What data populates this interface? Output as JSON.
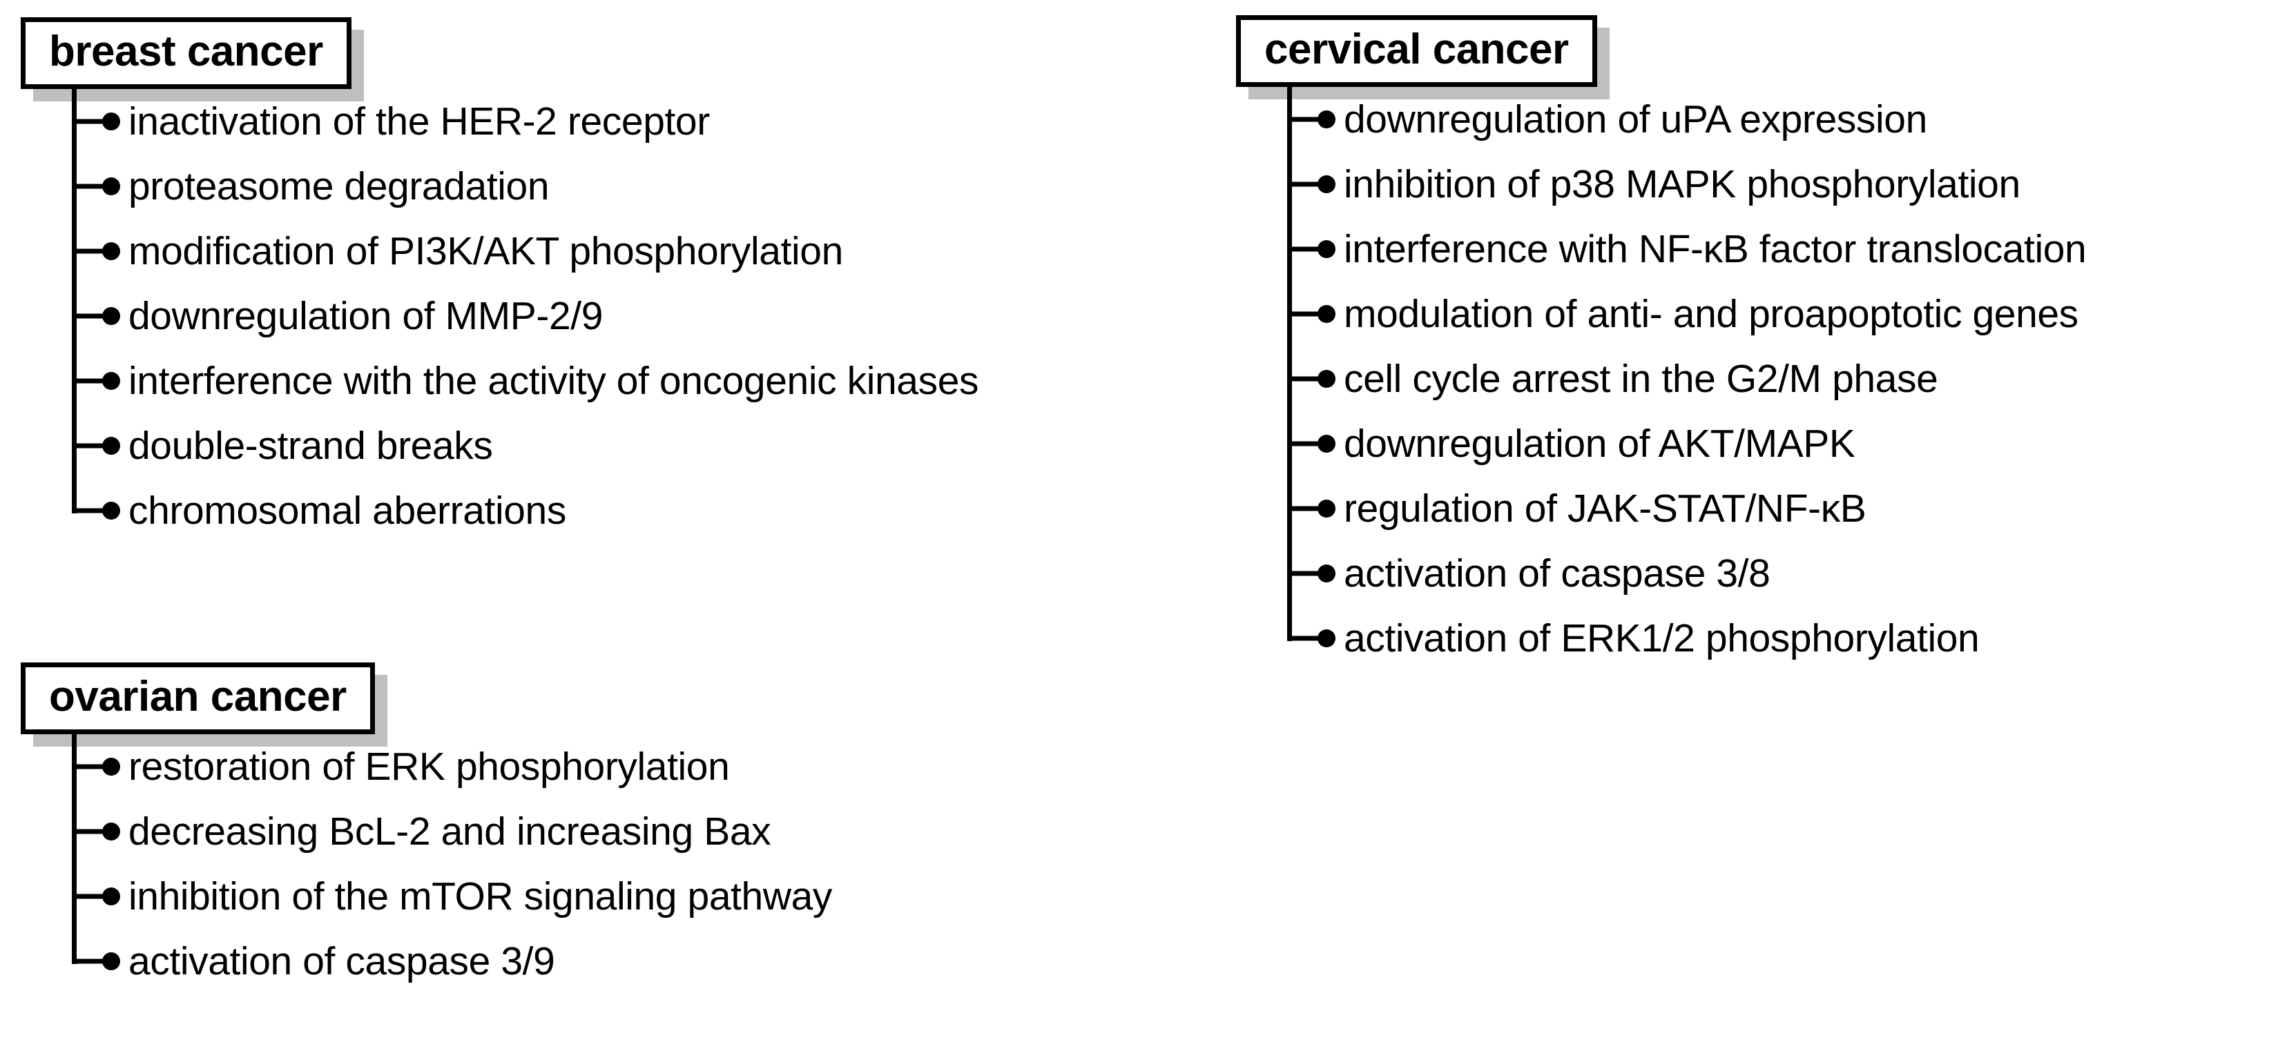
{
  "diagram": {
    "title": "",
    "colors": {
      "line": "#000000",
      "shadow": "#bfbfbf",
      "background": "#ffffff",
      "text": "#000000"
    },
    "groups": [
      {
        "id": "breast",
        "label": "breast cancer",
        "items": [
          "inactivation of the HER-2 receptor",
          "proteasome degradation",
          "modification of PI3K/AKT phosphorylation",
          "downregulation of MMP-2/9",
          "interference with the activity of oncogenic kinases",
          "double-strand breaks",
          "chromosomal aberrations"
        ]
      },
      {
        "id": "cervical",
        "label": "cervical cancer",
        "items": [
          "downregulation of uPA expression",
          "inhibition of p38 MAPK phosphorylation",
          "interference with NF-κB factor translocation",
          "modulation of anti- and proapoptotic genes",
          "cell cycle arrest in the G2/M phase",
          "downregulation of AKT/MAPK",
          "regulation of JAK-STAT/NF-κB",
          "activation of caspase 3/8",
          "activation of ERK1/2 phosphorylation"
        ]
      },
      {
        "id": "ovarian",
        "label": "ovarian cancer",
        "items": [
          "restoration of ERK phosphorylation",
          "decreasing BcL-2 and increasing Bax",
          "inhibition of the mTOR signaling pathway",
          "activation of caspase 3/9"
        ]
      }
    ]
  }
}
